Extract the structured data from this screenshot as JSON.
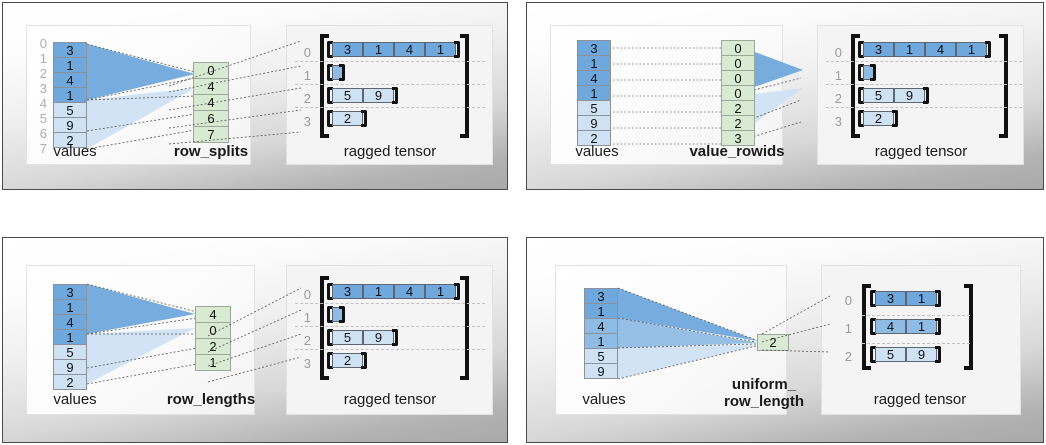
{
  "colors": {
    "blue_dark": "#6fa8dc",
    "blue_mid": "#8fbce4",
    "blue_light": "#cfe2f3",
    "green": "#d9ead3",
    "panel_border": "#4a4a4a"
  },
  "panels": [
    {
      "id": "row_splits",
      "values_label": "values",
      "encoding_label": "row_splits",
      "tensor_label": "ragged tensor",
      "values": [
        3,
        1,
        4,
        1,
        5,
        9,
        2
      ],
      "value_shades": [
        "b0",
        "b0",
        "b0",
        "b0",
        "b3",
        "b3",
        "b3"
      ],
      "value_indices": [
        "0",
        "1",
        "2",
        "3",
        "4",
        "5",
        "6",
        "7"
      ],
      "encoding": [
        "0",
        "4",
        "4",
        "6",
        "7"
      ],
      "tensor_row_indices": [
        "0",
        "1",
        "2",
        "3"
      ],
      "tensor_rows": [
        {
          "cells": [
            "3",
            "1",
            "4",
            "1"
          ],
          "shade": "b0"
        },
        {
          "cells": [],
          "shade": "b3"
        },
        {
          "cells": [
            "5",
            "9"
          ],
          "shade": "b3"
        },
        {
          "cells": [
            "2"
          ],
          "shade": "b3"
        }
      ]
    },
    {
      "id": "value_rowids",
      "values_label": "values",
      "encoding_label": "value_rowids",
      "tensor_label": "ragged tensor",
      "values": [
        3,
        1,
        4,
        1,
        5,
        9,
        2
      ],
      "value_shades": [
        "b0",
        "b0",
        "b0",
        "b0",
        "b3",
        "b3",
        "b3"
      ],
      "value_indices": [],
      "encoding": [
        "0",
        "0",
        "0",
        "0",
        "2",
        "2",
        "3"
      ],
      "tensor_row_indices": [
        "0",
        "1",
        "2",
        "3"
      ],
      "tensor_rows": [
        {
          "cells": [
            "3",
            "1",
            "4",
            "1"
          ],
          "shade": "b0"
        },
        {
          "cells": [],
          "shade": "b3"
        },
        {
          "cells": [
            "5",
            "9"
          ],
          "shade": "b3"
        },
        {
          "cells": [
            "2"
          ],
          "shade": "b3"
        }
      ]
    },
    {
      "id": "row_lengths",
      "values_label": "values",
      "encoding_label": "row_lengths",
      "tensor_label": "ragged tensor",
      "values": [
        3,
        1,
        4,
        1,
        5,
        9,
        2
      ],
      "value_shades": [
        "b0",
        "b0",
        "b0",
        "b0",
        "b3",
        "b3",
        "b3"
      ],
      "value_indices": [],
      "encoding": [
        "4",
        "0",
        "2",
        "1"
      ],
      "tensor_row_indices": [
        "0",
        "1",
        "2",
        "3"
      ],
      "tensor_rows": [
        {
          "cells": [
            "3",
            "1",
            "4",
            "1"
          ],
          "shade": "b0"
        },
        {
          "cells": [],
          "shade": "b3"
        },
        {
          "cells": [
            "5",
            "9"
          ],
          "shade": "b3"
        },
        {
          "cells": [
            "2"
          ],
          "shade": "b3"
        }
      ]
    },
    {
      "id": "uniform_row_length",
      "values_label": "values",
      "encoding_label": "uniform_\nrow_length",
      "tensor_label": "ragged tensor",
      "values": [
        3,
        1,
        4,
        1,
        5,
        9
      ],
      "value_shades": [
        "b0",
        "b0",
        "b1",
        "b1",
        "b3",
        "b3"
      ],
      "value_indices": [],
      "encoding": [
        "2"
      ],
      "tensor_row_indices": [
        "0",
        "1",
        "2"
      ],
      "tensor_rows": [
        {
          "cells": [
            "3",
            "1"
          ],
          "shade": "b0"
        },
        {
          "cells": [
            "4",
            "1"
          ],
          "shade": "b1"
        },
        {
          "cells": [
            "5",
            "9"
          ],
          "shade": "b3"
        }
      ]
    }
  ]
}
